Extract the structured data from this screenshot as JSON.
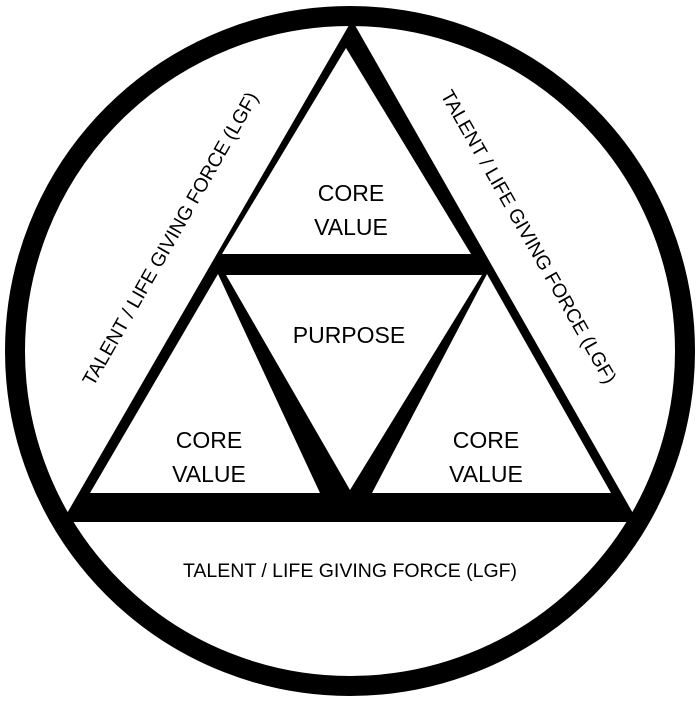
{
  "diagram": {
    "center_label": "PURPOSE",
    "top_triangle": {
      "line1": "CORE",
      "line2": "VALUE"
    },
    "left_triangle": {
      "line1": "CORE",
      "line2": "VALUE"
    },
    "right_triangle": {
      "line1": "CORE",
      "line2": "VALUE"
    },
    "left_segment_label": "TALENT / LIFE GIVING FORCE (LGF)",
    "right_segment_label": "TALENT / LIFE GIVING FORCE (LGF)",
    "bottom_segment_label": "TALENT / LIFE GIVING FORCE (LGF)"
  },
  "colors": {
    "stroke": "#000000",
    "background": "#ffffff"
  }
}
